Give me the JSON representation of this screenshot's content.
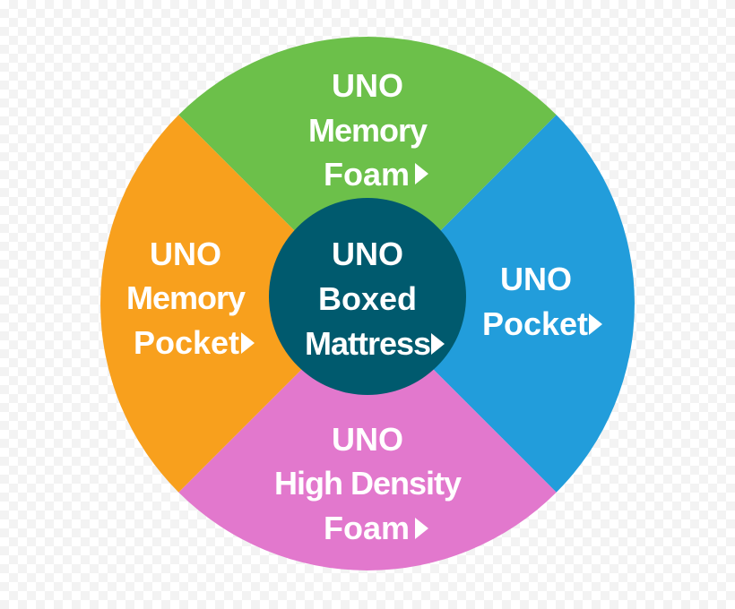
{
  "segments": {
    "top": {
      "lines": [
        "UNO",
        "Memory",
        "Foam"
      ],
      "color": "#6cc04a",
      "arrow_icon": "play-triangle"
    },
    "right": {
      "lines": [
        "UNO",
        "Pocket"
      ],
      "color": "#229ddb",
      "arrow_icon": "play-triangle"
    },
    "bottom": {
      "lines": [
        "UNO",
        "High Density",
        "Foam"
      ],
      "color": "#e278cd",
      "arrow_icon": "play-triangle"
    },
    "left": {
      "lines": [
        "UNO",
        "Memory",
        "Pocket"
      ],
      "color": "#f8a01d",
      "arrow_icon": "play-triangle"
    }
  },
  "center": {
    "lines": [
      "UNO",
      "Boxed",
      "Mattress"
    ],
    "color": "#005a6e",
    "arrow_icon": "play-triangle"
  }
}
